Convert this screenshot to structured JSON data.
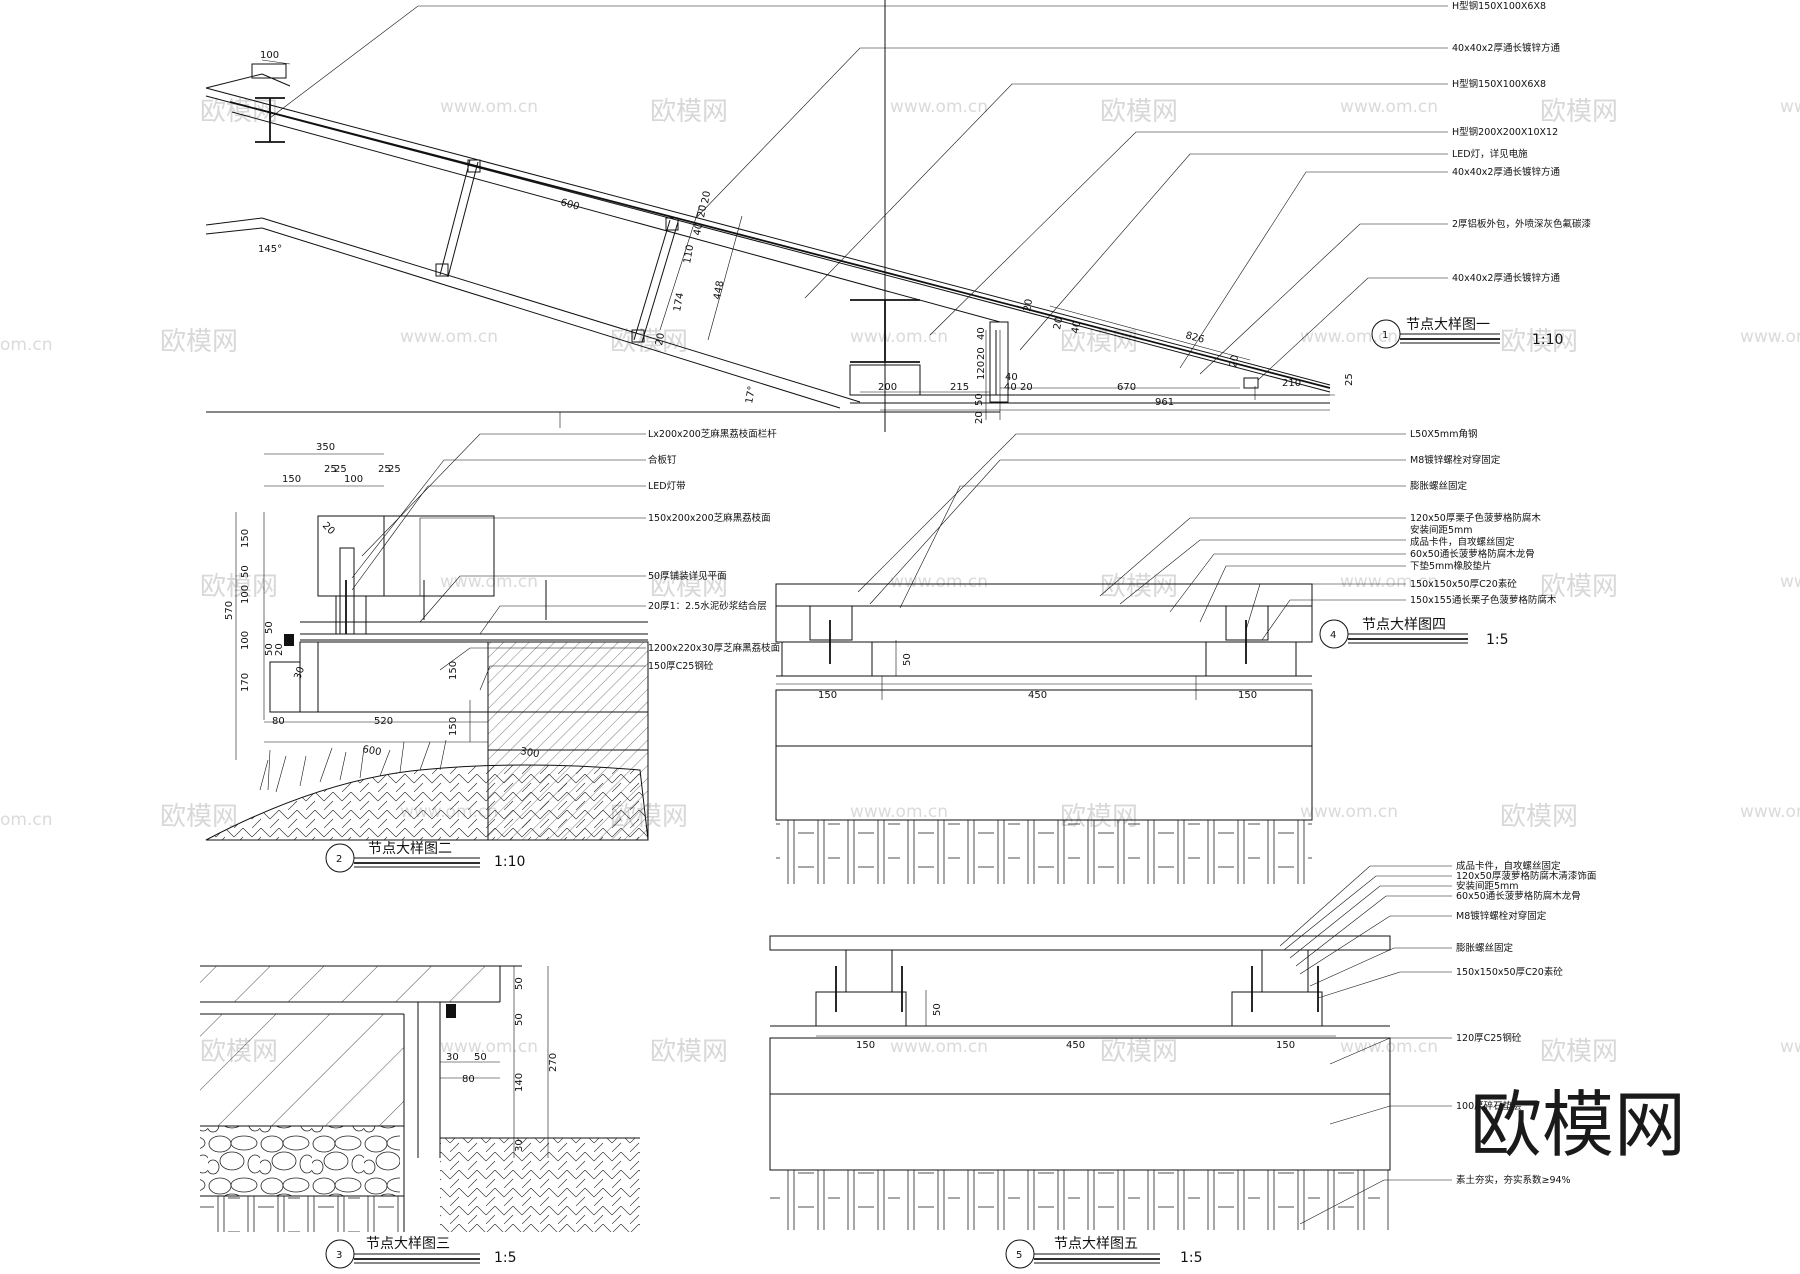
{
  "watermarks": {
    "brand": "欧模网",
    "url": "www.om.cn",
    "partial_url": "om.cn",
    "logo": "欧模网"
  },
  "detail1": {
    "number": "1",
    "title": "节点大样图一",
    "scale": "1:10",
    "labels": [
      "H型钢150X100X6X8",
      "40x40x2厚通长镀锌方通",
      "H型钢150X100X6X8",
      "H型钢200X200X10X12",
      "LED灯，详见电施",
      "40x40x2厚通长镀锌方通",
      "2厚铝板外包，外喷深灰色氟碳漆",
      "40x40x2厚通长镀锌方通"
    ],
    "dims": [
      "100",
      "145°",
      "600",
      "448",
      "174",
      "110",
      "40",
      "20",
      "20",
      "20",
      "40",
      "20",
      "120",
      "40",
      "200",
      "215",
      "40",
      "20",
      "670",
      "961",
      "50",
      "20",
      "20",
      "20",
      "40",
      "826",
      "20",
      "210",
      "25",
      "17°"
    ]
  },
  "detail2": {
    "number": "2",
    "title": "节点大样图二",
    "scale": "1:10",
    "labels": [
      "Lx200x200芝麻黑荔枝面栏杆",
      "合板钉",
      "LED灯带",
      "150x200x200芝麻黑荔枝面",
      "50厚铺装详见平面",
      "20厚1：2.5水泥砂浆结合层",
      "1200x220x30厚芝麻黑荔枝面",
      "150厚C25钢砼"
    ],
    "dims": [
      "350",
      "150",
      "25",
      "25",
      "100",
      "25",
      "25",
      "20",
      "150",
      "50",
      "100",
      "50",
      "570",
      "100",
      "170",
      "50",
      "20",
      "30",
      "80",
      "520",
      "150",
      "600",
      "300",
      "150"
    ]
  },
  "detail3": {
    "number": "3",
    "title": "节点大样图三",
    "scale": "1:5",
    "dims": [
      "50",
      "50",
      "30",
      "50",
      "80",
      "140",
      "30",
      "270"
    ]
  },
  "detail4": {
    "number": "4",
    "title": "节点大样图四",
    "scale": "1:5",
    "labels": [
      "L50X5mm角钢",
      "M8镀锌螺栓对穿固定",
      "膨胀螺丝固定",
      "120x50厚栗子色菠萝格防腐木",
      "安装间距5mm",
      "成品卡件，自攻螺丝固定",
      "60x50通长菠萝格防腐木龙骨",
      "下垫5mm橡胶垫片",
      "150x150x50厚C20素砼",
      "150x155通长栗子色菠萝格防腐木"
    ],
    "dims": [
      "50",
      "150",
      "450",
      "150"
    ]
  },
  "detail5": {
    "number": "5",
    "title": "节点大样图五",
    "scale": "1:5",
    "labels": [
      "成品卡件，自攻螺丝固定",
      "120x50厚菠萝格防腐木清漆饰面",
      "安装间距5mm",
      "60x50通长菠萝格防腐木龙骨",
      "M8镀锌螺栓对穿固定",
      "膨胀螺丝固定",
      "150x150x50厚C20素砼",
      "120厚C25钢砼",
      "100厚碎石垫层",
      "素土夯实，夯实系数≥94%"
    ],
    "dims": [
      "50",
      "150",
      "450",
      "150"
    ]
  }
}
